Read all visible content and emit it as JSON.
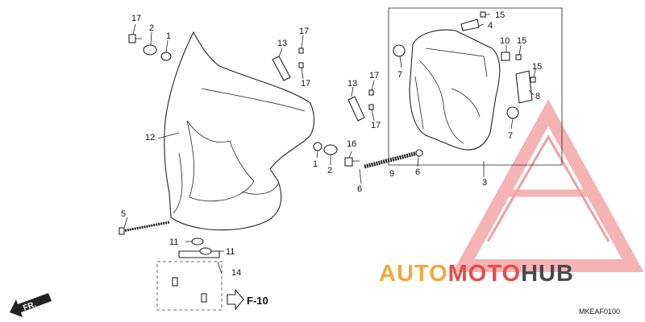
{
  "diagram": {
    "code": "MKEAF0100",
    "reference_label": "F-10",
    "direction_label": "FR.",
    "callouts": [
      "1",
      "2",
      "3",
      "4",
      "5",
      "6",
      "7",
      "8",
      "9",
      "10",
      "11",
      "12",
      "13",
      "14",
      "15",
      "16",
      "17"
    ]
  },
  "watermark": {
    "part1": "AUTO",
    "part2": "MOTO",
    "part3": "HUB",
    "color1": "#f2a93b",
    "color2": "#e84a4a",
    "color3": "#4a4a4a"
  }
}
